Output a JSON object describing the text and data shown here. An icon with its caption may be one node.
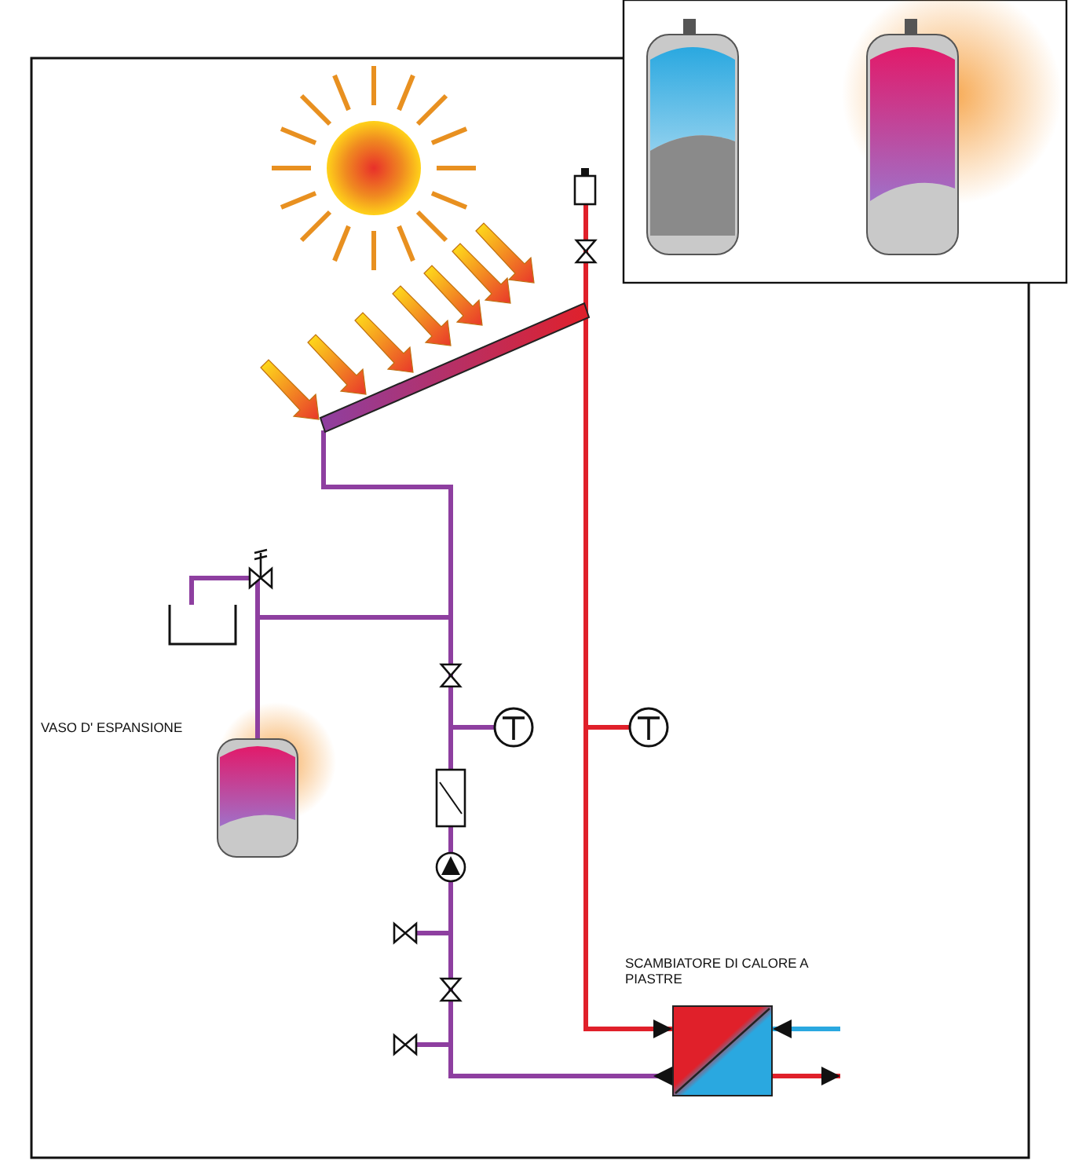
{
  "diagram": {
    "nodes": [
      {
        "text": [
          "VASO D' ESPANSIONE"
        ]
      },
      {
        "text": [
          "SCAMBIATORE DI CALORE A PIASTRE"
        ]
      },
      {
        "text": [],
        "shape": "bar"
      },
      {
        "text": [],
        "shape": "box"
      },
      {
        "text": [],
        "shape": "circle"
      },
      {
        "text": [],
        "shape": "circle"
      },
      {
        "text": [],
        "shape": "tank"
      }
    ],
    "edges": [
      {
        "from": 2,
        "to": 1,
        "arrow": "to",
        "color": "#e0202a"
      },
      {
        "from": 3,
        "to": 2,
        "arrow": "none",
        "color": "#e0202a"
      },
      {
        "from": 5,
        "to": 2,
        "arrow": "none",
        "color": "#e0202a"
      },
      {
        "from": 1,
        "to": 2,
        "arrow": "to",
        "color": "#8e3fa0"
      },
      {
        "from": 0,
        "to": 2,
        "arrow": "none",
        "color": "#8e3fa0"
      },
      {
        "from": 4,
        "to": 2,
        "arrow": "none",
        "color": "#8e3fa0"
      },
      {
        "from": 6,
        "to": 0,
        "arrow": "none",
        "color": "#8e3fa0"
      },
      {
        "from": null,
        "to": 1,
        "arrow": "to",
        "color": "#2aa8e0"
      },
      {
        "from": 1,
        "to": null,
        "arrow": "to",
        "color": "#e0202a"
      }
    ]
  }
}
